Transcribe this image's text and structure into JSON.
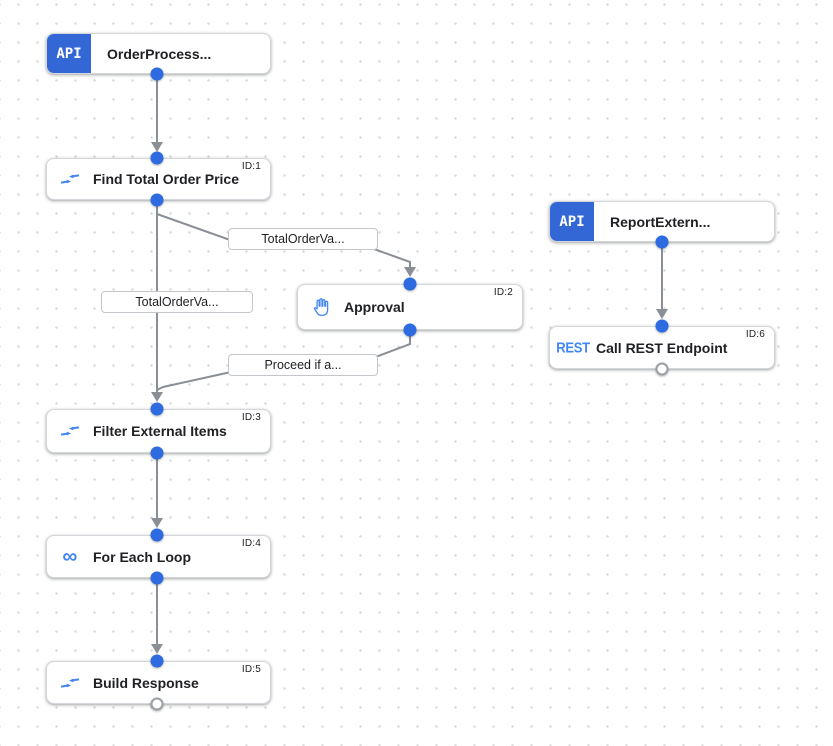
{
  "canvas": {
    "background": "#ffffff",
    "grid_dot_color": "#d7d8da"
  },
  "colors": {
    "api_badge_blue": "#3367d6",
    "icon_blue": "#4285f4",
    "connection_dot_blue": "#2e6be0",
    "edge_gray": "#8a8f96",
    "node_border": "#d3d6da",
    "title_text": "#202124"
  },
  "nodes": {
    "order_trigger": {
      "title": "OrderProcess...",
      "badge": "API"
    },
    "find_total_order_price": {
      "title": "Find Total Order Price",
      "id": "ID:1"
    },
    "report_extern_trigger": {
      "title": "ReportExtern...",
      "badge": "API"
    },
    "approval": {
      "title": "Approval",
      "id": "ID:2"
    },
    "call_rest_endpoint": {
      "title": "Call REST Endpoint",
      "id": "ID:6",
      "icon_text": "REST"
    },
    "filter_external_items": {
      "title": "Filter External Items",
      "id": "ID:3"
    },
    "for_each_loop": {
      "title": "For Each Loop",
      "id": "ID:4",
      "icon_text": "∞"
    },
    "build_response": {
      "title": "Build Response",
      "id": "ID:5"
    }
  },
  "edge_labels": {
    "to_approval": "TotalOrderVa...",
    "to_filter_direct": "TotalOrderVa...",
    "from_approval": "Proceed if a..."
  }
}
